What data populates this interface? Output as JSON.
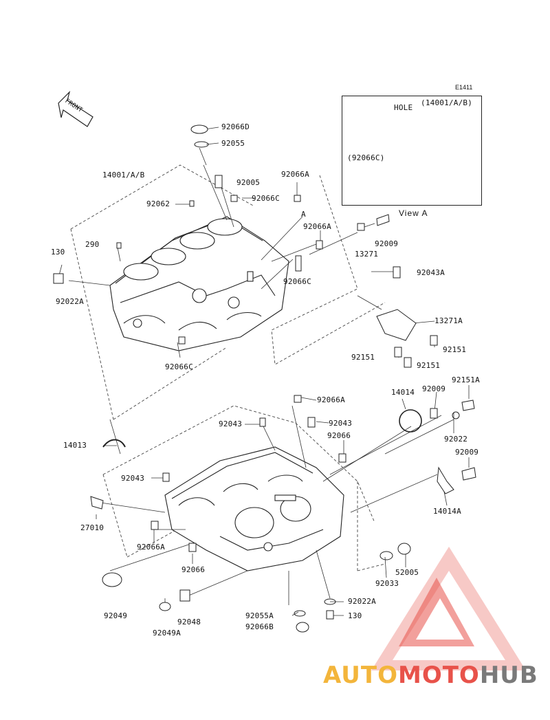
{
  "diagram_code": "E1411",
  "inset": {
    "hole_label": "HOLE",
    "part_ref": "(14001/A/B)",
    "ref_c": "(92066C)",
    "caption": "View A"
  },
  "front_label": "FRONT",
  "parts": {
    "p92066D": "92066D",
    "p92055_top": "92055",
    "p14001": "14001/A/B",
    "p92005": "92005",
    "p92066A_top": "92066A",
    "p92062": "92062",
    "p92066C_top": "92066C",
    "pA": "A",
    "p92066A_mid": "92066A",
    "p92009_top": "92009",
    "p290": "290",
    "p130_top": "130",
    "p13271": "13271",
    "p92043A": "92043A",
    "p92066C_mid": "92066C",
    "p92022A_left": "92022A",
    "p13271A": "13271A",
    "p92151_r": "92151",
    "p92151_l": "92151",
    "p92151_b": "92151",
    "p92066C_bot": "92066C",
    "p14014": "14014",
    "p92009_mid": "92009",
    "p92151A": "92151A",
    "p92066A_low": "92066A",
    "p92043_a": "92043",
    "p92043_b": "92043",
    "p92066": "92066",
    "p92022": "92022",
    "p92009_low": "92009",
    "p14013": "14013",
    "p92043_c": "92043",
    "p14014A": "14014A",
    "p27010": "27010",
    "p92066A_bot": "92066A",
    "p92066_bot": "92066",
    "p52005": "52005",
    "p92033": "92033",
    "p92022A_bot": "92022A",
    "p130_bot": "130",
    "p92049": "92049",
    "p92048": "92048",
    "p92055A": "92055A",
    "p92049A": "92049A",
    "p92066B": "92066B"
  },
  "watermark": {
    "part1": "AUTO",
    "part2": "MOTO",
    "part3": "HUB"
  },
  "colors": {
    "line": "#222222",
    "watermark_red": "#e8524a",
    "watermark_orange": "#f3b53b",
    "watermark_grey": "#7a7a7a"
  }
}
